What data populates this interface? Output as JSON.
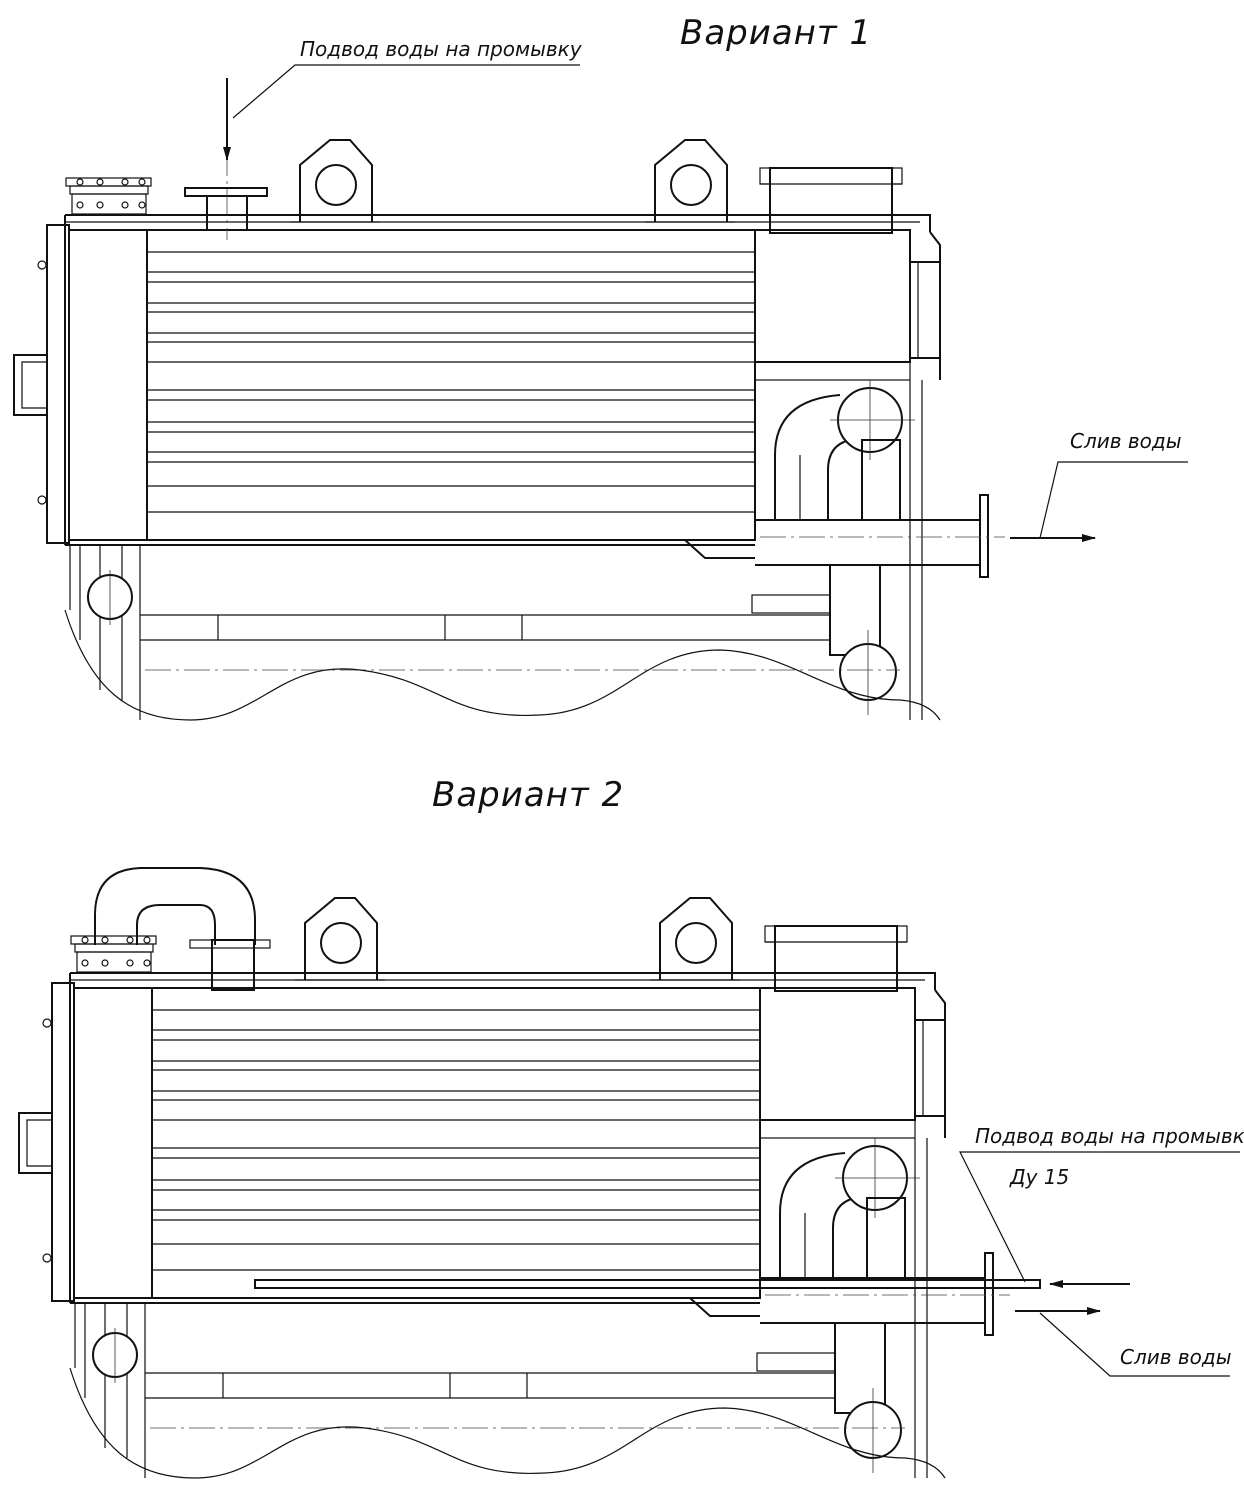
{
  "variant1": {
    "title": "Вариант 1",
    "label_inlet": "Подвод воды на промывку",
    "label_drain": "Слив воды"
  },
  "variant2": {
    "title": "Вариант 2",
    "label_inlet": "Подвод воды на промывку",
    "label_size": "Ду 15",
    "label_drain": "Слив воды"
  },
  "colors": {
    "line": "#111111",
    "background": "#ffffff"
  }
}
